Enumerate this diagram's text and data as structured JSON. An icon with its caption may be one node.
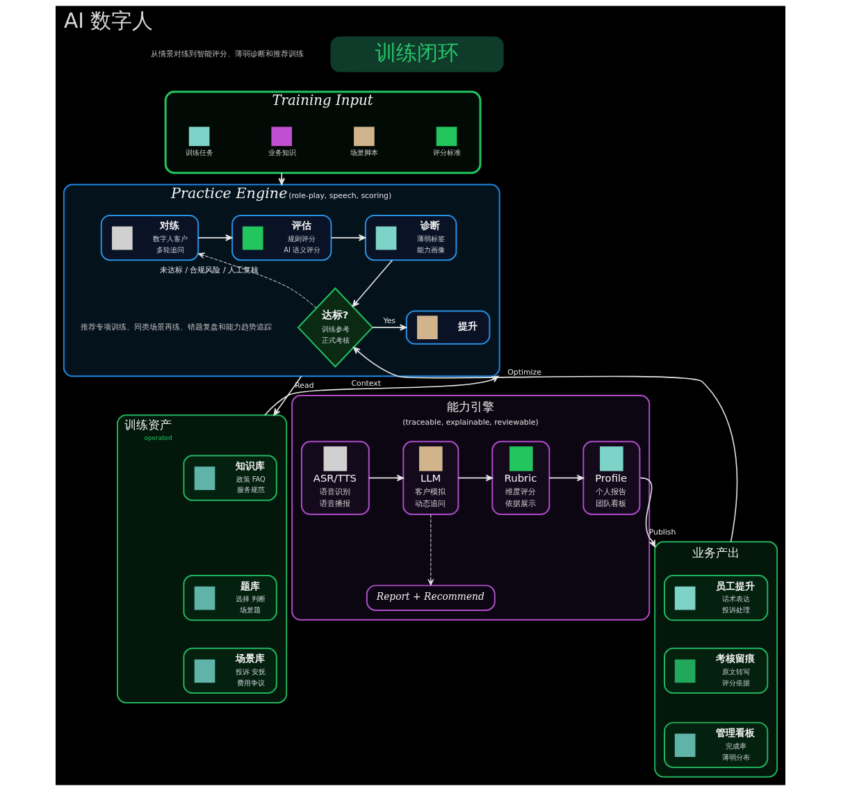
{
  "diagram": {
    "title": "AI 数字人",
    "nodes": [
      {
        "text": [
          "训练闭环"
        ]
      },
      {
        "text": [
          "Training Input"
        ]
      },
      {
        "text": [
          "训练任务"
        ],
        "in": 1
      },
      {
        "text": [
          "业务知识"
        ],
        "in": 1
      },
      {
        "text": [
          "场景脚本"
        ],
        "in": 1
      },
      {
        "text": [
          "评分标准"
        ],
        "in": 1
      },
      {
        "text": [
          "Practice Engine",
          "(role-play, speech, scoring)"
        ]
      },
      {
        "text": [
          "对练",
          "数字人客户",
          "多轮追问"
        ],
        "in": 6
      },
      {
        "text": [
          "评估",
          "规则评分",
          "AI 语义评分"
        ],
        "in": 6
      },
      {
        "text": [
          "诊断",
          "薄弱标签",
          "能力画像"
        ],
        "in": 6
      },
      {
        "text": [
          "达标?",
          "训练参考",
          "正式考核"
        ],
        "in": 6
      },
      {
        "text": [
          "提升"
        ],
        "in": 6
      },
      {
        "text": [
          "训练资产",
          "operated"
        ]
      },
      {
        "text": [
          "知识库",
          "政策 FAQ",
          "服务规范"
        ],
        "in": 12
      },
      {
        "text": [
          "题库",
          "选择 判断",
          "场景题"
        ],
        "in": 12
      },
      {
        "text": [
          "场景库",
          "投诉 安抚",
          "费用争议"
        ],
        "in": 12
      },
      {
        "text": [
          "能力引擎",
          "(traceable, explainable, reviewable)"
        ]
      },
      {
        "text": [
          "ASR/TTS",
          "语音识别",
          "语音播报"
        ],
        "in": 16
      },
      {
        "text": [
          "LLM",
          "客户模拟",
          "动态追问"
        ],
        "in": 16
      },
      {
        "text": [
          "Rubric",
          "维度评分",
          "依据展示"
        ],
        "in": 16
      },
      {
        "text": [
          "Profile",
          "个人报告",
          "团队看板"
        ],
        "in": 16
      },
      {
        "text": [
          "Report + Recommend"
        ],
        "in": 16
      },
      {
        "text": [
          "业务产出"
        ]
      },
      {
        "text": [
          "员工提升",
          "话术表达",
          "投诉处理"
        ],
        "in": 22
      },
      {
        "text": [
          "考核留痕",
          "原文转写",
          "评分依据"
        ],
        "in": 22
      },
      {
        "text": [
          "管理看板",
          "完成率",
          "薄弱分布"
        ],
        "in": 22
      }
    ],
    "edges": [
      {
        "from": 1,
        "to": 6,
        "arrow": "to"
      },
      {
        "from": 7,
        "to": 8,
        "arrow": "to"
      },
      {
        "from": 8,
        "to": 9,
        "arrow": "to"
      },
      {
        "from": 9,
        "to": 10,
        "arrow": "to"
      },
      {
        "from": 10,
        "to": 7,
        "arrow": "to",
        "label": "未达标 / 合规风险 / 人工复核",
        "style": "dashed"
      },
      {
        "from": 10,
        "to": 11,
        "arrow": "to",
        "label": "Yes"
      },
      {
        "from": 6,
        "to": 12,
        "arrow": "to",
        "label": "Read"
      },
      {
        "from": 12,
        "to": 6,
        "arrow": "to",
        "label": "Context"
      },
      {
        "from": 17,
        "to": 18,
        "arrow": "to"
      },
      {
        "from": 18,
        "to": 19,
        "arrow": "to"
      },
      {
        "from": 19,
        "to": 20,
        "arrow": "to"
      },
      {
        "from": 18,
        "to": 21,
        "arrow": "to",
        "style": "dashed"
      },
      {
        "from": 20,
        "to": 22,
        "arrow": "to",
        "label": "Publish"
      },
      {
        "from": 22,
        "to": 10,
        "arrow": "to",
        "label": "Optimize"
      }
    ],
    "labels": [
      "从情景对练到智能评分、薄弱诊断和推荐训练",
      "推荐专项训练、同类场景再练、错题复盘和能力趋势追踪"
    ]
  }
}
